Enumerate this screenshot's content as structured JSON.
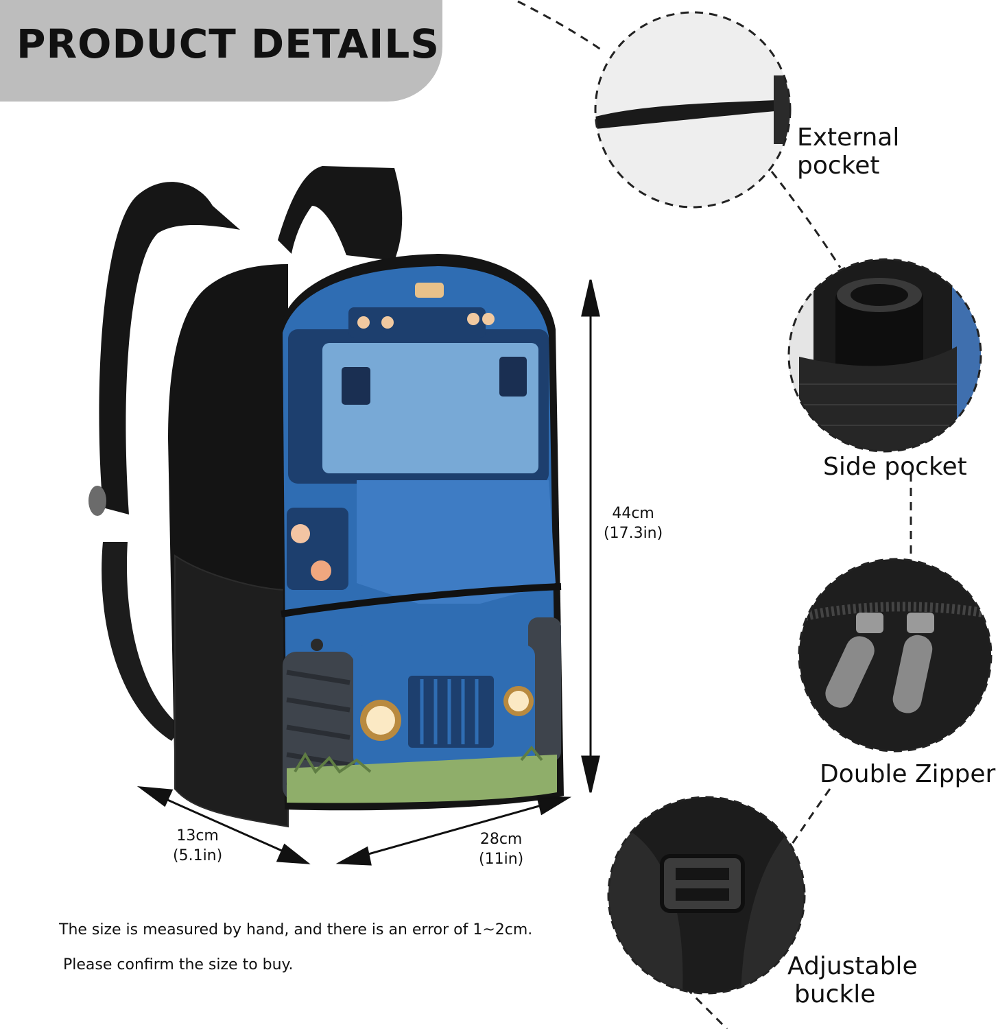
{
  "header": {
    "title": "PRODUCT DETAILS"
  },
  "dimensions": {
    "height": {
      "cm": "44cm",
      "in": "(17.3in)"
    },
    "depth": {
      "cm": "13cm",
      "in": "(5.1in)"
    },
    "width": {
      "cm": "28cm",
      "in": "(11in)"
    }
  },
  "features": [
    {
      "line1": "External",
      "line2": "pocket"
    },
    {
      "line1": "Side pocket",
      "line2": ""
    },
    {
      "line1": "Double Zipper",
      "line2": ""
    },
    {
      "line1": "Adjustable",
      "line2": "buckle"
    }
  ],
  "notes": {
    "line1": "The size is measured by hand, and there is an error of 1~2cm.",
    "line2": "Please confirm the size to buy."
  },
  "colors": {
    "banner": "#bdbdbd",
    "backpack_body": "#141414",
    "truck_blue": "#2f6db3",
    "truck_dark": "#1d3f6e",
    "windshield": "#78a9d6",
    "grass": "#8fae6a"
  }
}
